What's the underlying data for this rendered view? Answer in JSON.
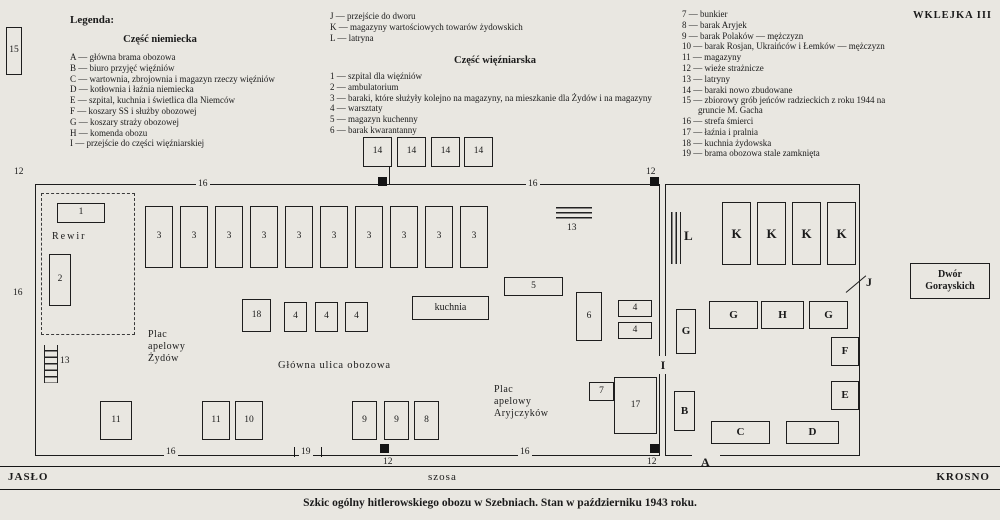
{
  "plate_label": "WKLEJKA III",
  "legend": {
    "title": "Legenda:",
    "german": {
      "heading": "Część niemiecka",
      "items": [
        "A — główna brama obozowa",
        "B — biuro przyjęć więźniów",
        "C — wartownia, zbrojownia i magazyn rzeczy więźniów",
        "D — kotłownia i łaźnia niemiecka",
        "E — szpital, kuchnia i świetlica dla Niemców",
        "F — koszary SS i służby obozowej",
        "G — koszary straży obozowej",
        "H — komenda obozu",
        "I — przejście do części więźniarskiej"
      ]
    },
    "middle_top_items": [
      "J — przejście do dworu",
      "K — magazyny wartościowych towarów żydowskich",
      "L — latryna"
    ],
    "prisoner": {
      "heading": "Część więźniarska",
      "items": [
        "1 — szpital dla więźniów",
        "2 — ambulatorium",
        "3 — baraki, które służyły kolejno na magazyny, na mieszkanie dla Żydów i na magazyny",
        "4 — warsztaty",
        "5 — magazyn kuchenny",
        "6 — barak kwarantanny"
      ]
    },
    "right_items": [
      "7 — bunkier",
      "8 — barak Aryjek",
      "9 — barak Polaków — mężczyzn",
      "10 — barak Rosjan, Ukraińców i Łemków — mężczyzn",
      "11 — magazyny",
      "12 — wieże strażnicze",
      "13 — latryny",
      "14 — baraki nowo zbudowane",
      "15 — zbiorowy grób jeńców radzieckich z roku 1944 na gruncie M. Gacha",
      "16 — strefa śmierci",
      "17 — łaźnia i pralnia",
      "18 — kuchnia żydowska",
      "19 — brama obozowa stale zamknięta"
    ]
  },
  "map": {
    "box_labels": {
      "b1": "1",
      "b2": "2",
      "b3": "3",
      "b4": "4",
      "b5": "5",
      "b6": "6",
      "b7": "7",
      "b8": "8",
      "b9": "9",
      "b10": "10",
      "b11": "11",
      "b13": "13",
      "b14": "14",
      "b15": "15",
      "b17": "17",
      "b18": "18"
    },
    "letter_labels": {
      "A": "A",
      "B": "B",
      "C": "C",
      "D": "D",
      "E": "E",
      "F": "F",
      "G": "G",
      "H": "H",
      "I": "I",
      "J": "J",
      "K": "K",
      "L": "L"
    },
    "number_labels": {
      "n12": "12",
      "n16": "16",
      "n19": "19"
    },
    "texts": {
      "rewir": "Rewir",
      "kuchnia": "kuchnia",
      "plac_zydow_1": "Plac",
      "plac_zydow_2": "apelowy",
      "plac_zydow_3": "Żydów",
      "glowna_ulica": "Główna ulica obozowa",
      "plac_aryj_1": "Plac",
      "plac_aryj_2": "apelowy",
      "plac_aryj_3": "Aryjczyków",
      "dwor_1": "Dwór",
      "dwor_2": "Gorayskich"
    }
  },
  "road": {
    "left_city": "JASŁO",
    "road_name": "szosa",
    "right_city": "KROSNO"
  },
  "caption": "Szkic ogólny hitlerowskiego obozu w Szebniach. Stan w październiku 1943 roku."
}
